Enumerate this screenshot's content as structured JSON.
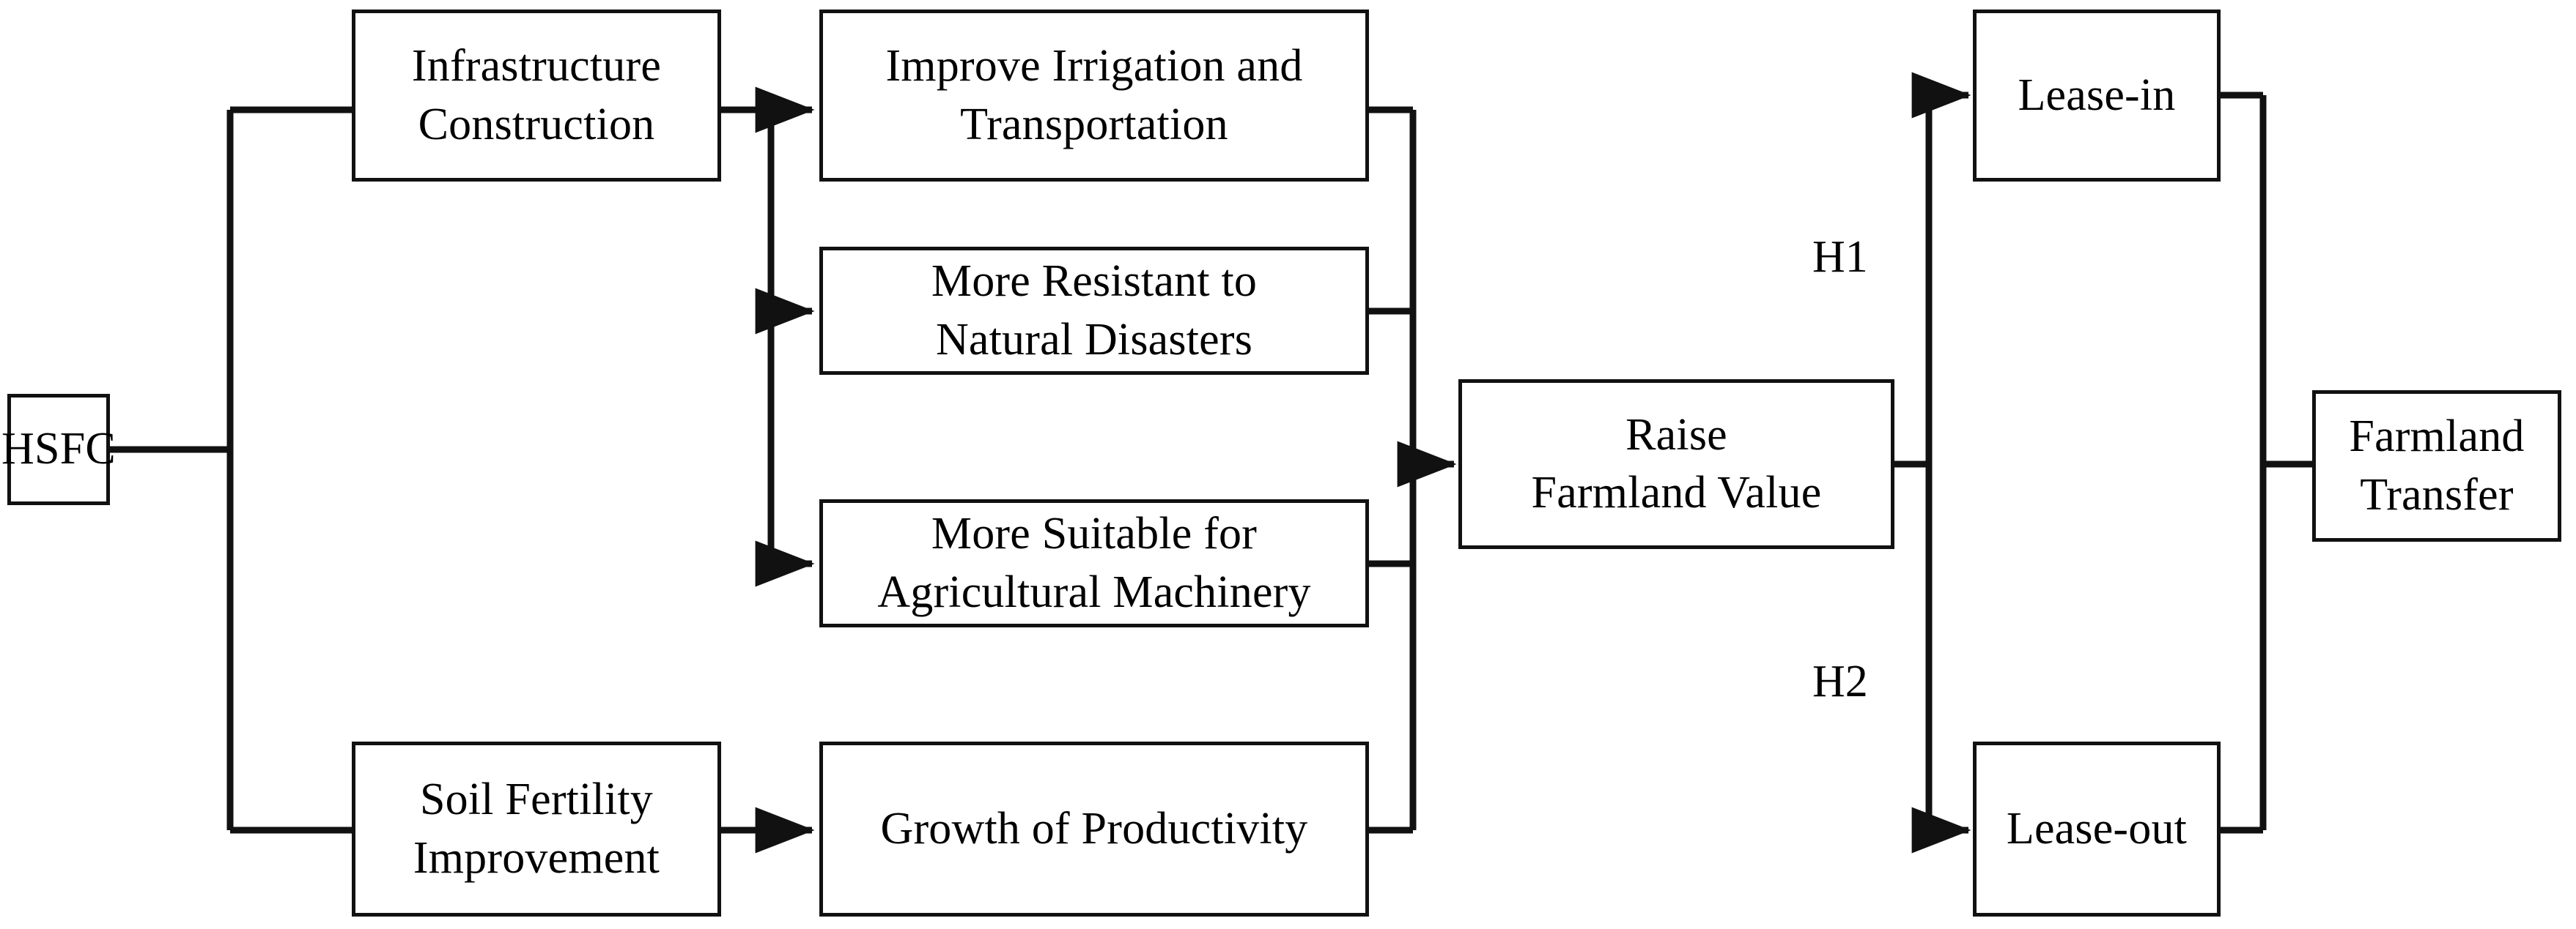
{
  "diagram": {
    "title": "HSFC farmland value and farmland transfer mechanism flowchart",
    "background_color": "#ffffff",
    "line_color": "#111111",
    "text_color": "#000000",
    "nodes": {
      "hsfc": {
        "label": "HSFC"
      },
      "infrastructure_construction": {
        "label": "Infrastructure\nConstruction"
      },
      "soil_fertility_improvement": {
        "label": "Soil Fertility\nImprovement"
      },
      "improve_irrigation_transportation": {
        "label": "Improve Irrigation and\nTransportation"
      },
      "more_resistant_natural_disasters": {
        "label": "More Resistant to\nNatural Disasters"
      },
      "more_suitable_agricultural_machinery": {
        "label": "More Suitable for\nAgricultural Machinery"
      },
      "growth_of_productivity": {
        "label": "Growth of Productivity"
      },
      "raise_farmland_value": {
        "label": "Raise\nFarmland Value"
      },
      "lease_in": {
        "label": "Lease-in"
      },
      "lease_out": {
        "label": "Lease-out"
      },
      "farmland_transfer": {
        "label": "Farmland\nTransfer"
      }
    },
    "hypothesis_labels": {
      "h1": "H1",
      "h2": "H2"
    },
    "edges": [
      {
        "from": "hsfc",
        "to": "infrastructure_construction",
        "arrow": false
      },
      {
        "from": "hsfc",
        "to": "soil_fertility_improvement",
        "arrow": false
      },
      {
        "from": "infrastructure_construction",
        "to": "improve_irrigation_transportation",
        "arrow": true
      },
      {
        "from": "infrastructure_construction",
        "to": "more_resistant_natural_disasters",
        "arrow": true
      },
      {
        "from": "infrastructure_construction",
        "to": "more_suitable_agricultural_machinery",
        "arrow": true
      },
      {
        "from": "soil_fertility_improvement",
        "to": "growth_of_productivity",
        "arrow": true
      },
      {
        "from": "improve_irrigation_transportation",
        "to": "raise_farmland_value",
        "arrow": true
      },
      {
        "from": "more_resistant_natural_disasters",
        "to": "raise_farmland_value",
        "arrow": true
      },
      {
        "from": "more_suitable_agricultural_machinery",
        "to": "raise_farmland_value",
        "arrow": true
      },
      {
        "from": "growth_of_productivity",
        "to": "raise_farmland_value",
        "arrow": true
      },
      {
        "from": "raise_farmland_value",
        "to": "lease_in",
        "arrow": true,
        "label": "H1"
      },
      {
        "from": "raise_farmland_value",
        "to": "lease_out",
        "arrow": true,
        "label": "H2"
      },
      {
        "from": "lease_in",
        "to": "farmland_transfer",
        "arrow": false
      },
      {
        "from": "lease_out",
        "to": "farmland_transfer",
        "arrow": false
      }
    ]
  }
}
